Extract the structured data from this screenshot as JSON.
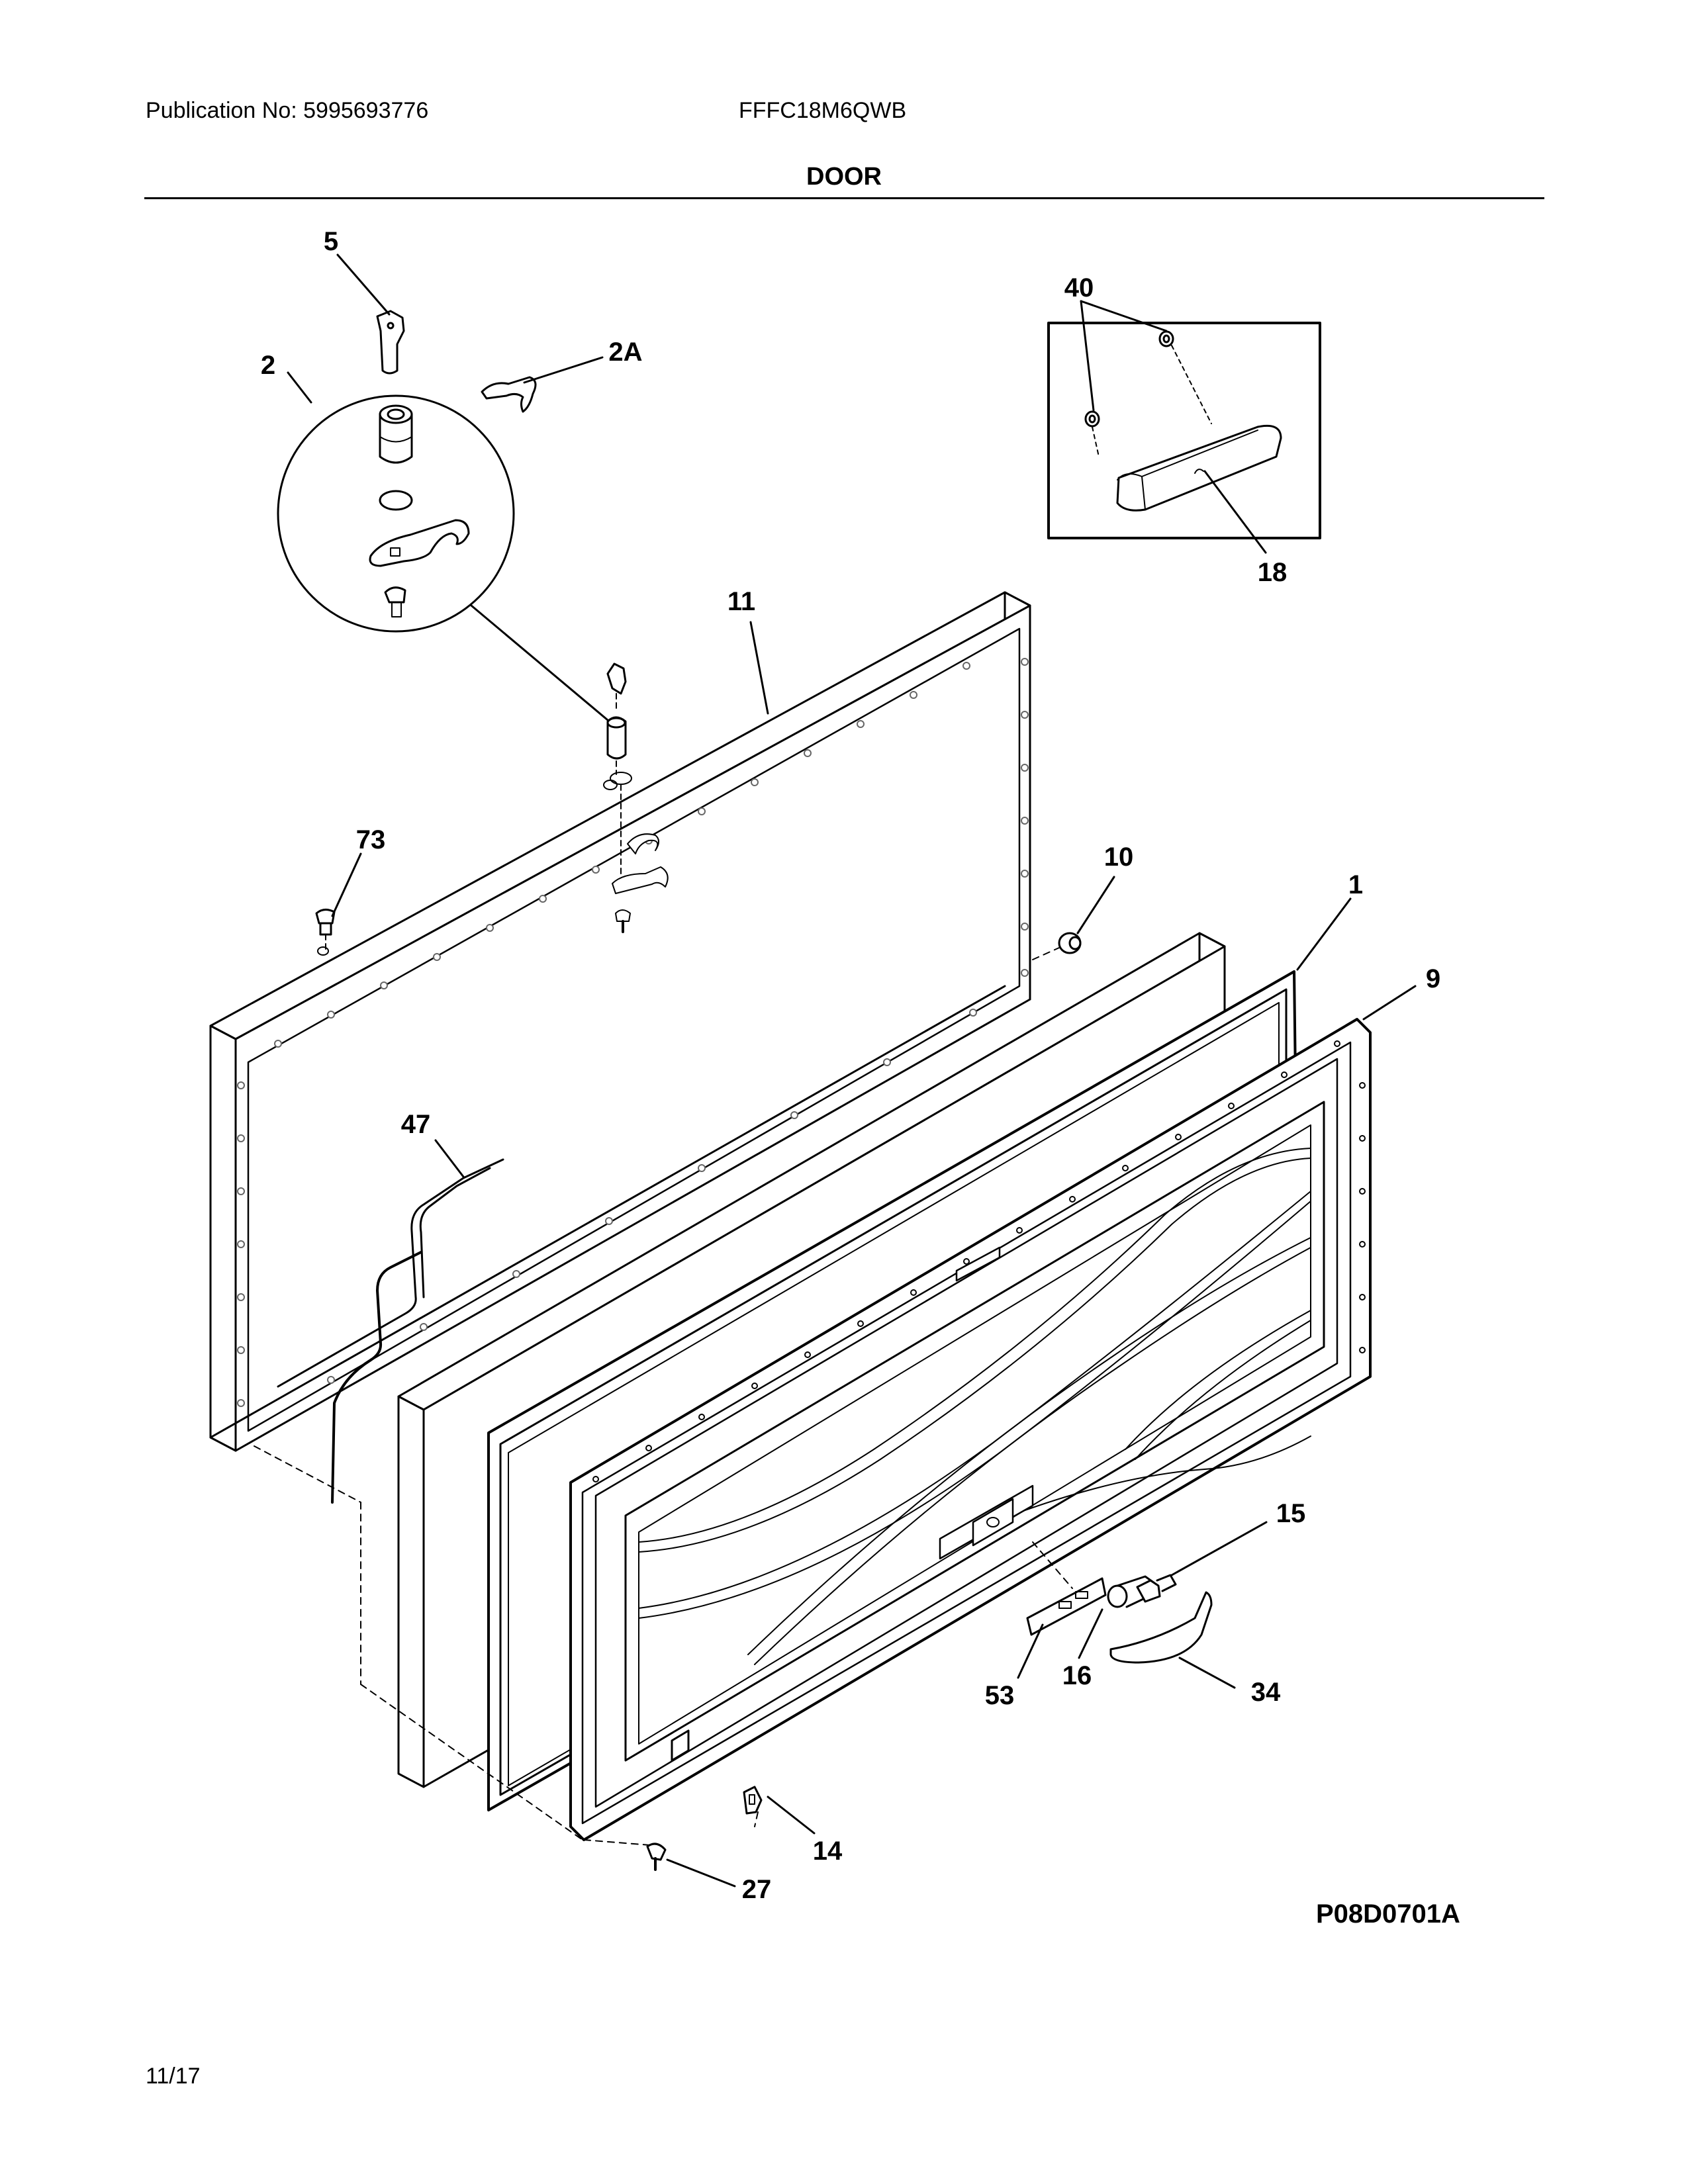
{
  "header": {
    "publication": "Publication No: 5995693776",
    "model": "FFFC18M6QWB"
  },
  "section_title": "DOOR",
  "callouts": {
    "c5": "5",
    "c2": "2",
    "c2a": "2A",
    "c40": "40",
    "c18": "18",
    "c11": "11",
    "c73": "73",
    "c10": "10",
    "c1": "1",
    "c9": "9",
    "c47": "47",
    "c15": "15",
    "c16": "16",
    "c53": "53",
    "c34": "34",
    "c14": "14",
    "c27": "27"
  },
  "drawing_code": "P08D0701A",
  "footer": {
    "date": "11/17"
  }
}
